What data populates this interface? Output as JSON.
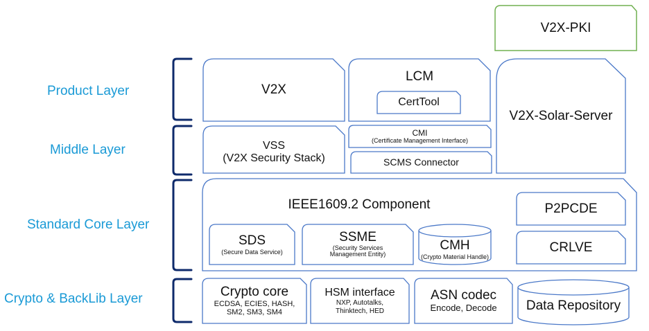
{
  "layers": [
    {
      "label": "Product Layer"
    },
    {
      "label": "Middle Layer"
    },
    {
      "label": "Standard Core Layer"
    },
    {
      "label": "Crypto & BackLib Layer"
    }
  ],
  "colors": {
    "layer_text": "#1a9ad6",
    "bracket": "#0e2a6b",
    "box_stroke": "#4a78c8",
    "pki_stroke": "#70b050"
  },
  "pki": {
    "title": "V2X-PKI"
  },
  "product": {
    "v2x": "V2X",
    "lcm": "LCM",
    "certtool": "CertTool",
    "solar_server": "V2X-Solar-Server"
  },
  "middle": {
    "vss_title": "VSS",
    "vss_sub": "(V2X Security Stack)",
    "cmi_title": "CMI",
    "cmi_sub": "(Certificate Management Interface)",
    "scms": "SCMS Connector"
  },
  "core": {
    "title": "IEEE1609.2 Component",
    "sds_title": "SDS",
    "sds_sub": "(Secure Data Service)",
    "ssme_title": "SSME",
    "ssme_sub1": "(Security Services",
    "ssme_sub2": "Management Entity)",
    "cmh_title": "CMH",
    "cmh_sub": "(Crypto Material Handle)",
    "p2pcde": "P2PCDE",
    "crlve": "CRLVE"
  },
  "crypto": {
    "core_title": "Crypto core",
    "core_sub1": "ECDSA, ECIES, HASH,",
    "core_sub2": "SM2, SM3, SM4",
    "hsm_title": "HSM interface",
    "hsm_sub1": "NXP, Autotalks,",
    "hsm_sub2": "Thinktech, HED",
    "asn_title": "ASN codec",
    "asn_sub": "Encode, Decode",
    "repo": "Data Repository"
  }
}
